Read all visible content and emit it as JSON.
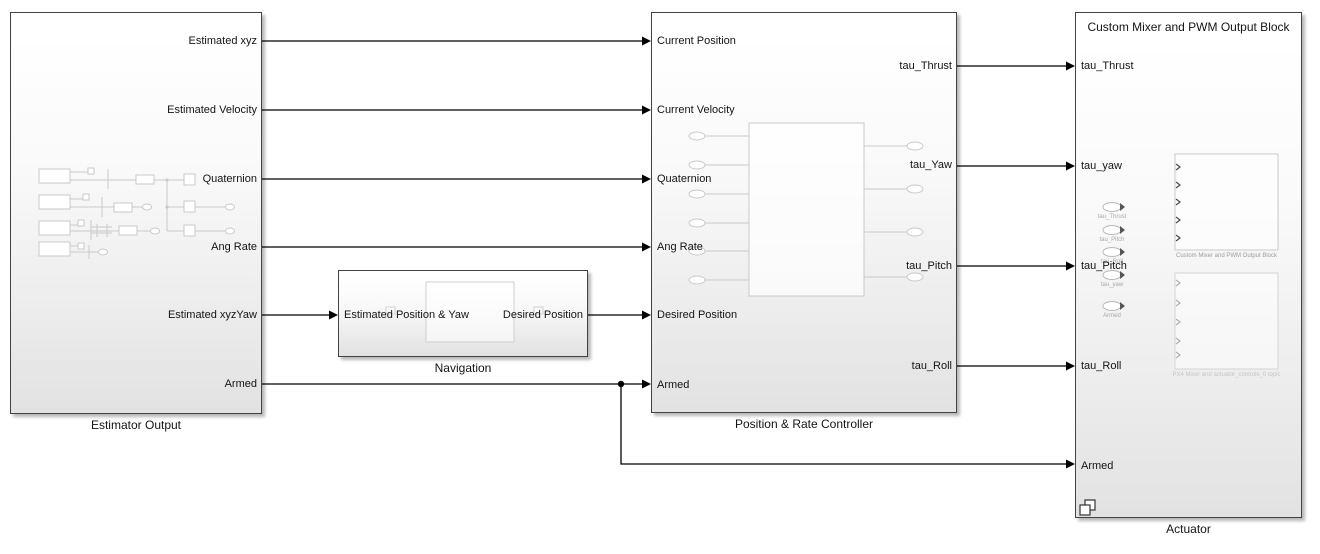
{
  "diagram": {
    "blocks": {
      "estimator": {
        "name": "Estimator Output",
        "ports": {
          "out1": "Estimated xyz",
          "out2": "Estimated Velocity",
          "out3": "Quaternion",
          "out4": "Ang Rate",
          "out5": "Estimated xyzYaw",
          "out6": "Armed"
        }
      },
      "navigation": {
        "name": "Navigation",
        "ports": {
          "in1": "Estimated Position & Yaw",
          "out1": "Desired Position"
        }
      },
      "controller": {
        "name": "Position & Rate Controller",
        "ports": {
          "in1": "Current Position",
          "in2": "Current Velocity",
          "in3": "Quaternion",
          "in4": "Ang Rate",
          "in5": "Desired Position",
          "in6": "Armed",
          "out1": "tau_Thrust",
          "out2": "tau_Yaw",
          "out3": "tau_Pitch",
          "out4": "tau_Roll"
        }
      },
      "actuator": {
        "name": "Actuator",
        "title": "Custom Mixer and PWM Output Block",
        "ports": {
          "in1": "tau_Thrust",
          "in2": "tau_yaw",
          "in3": "tau_Pitch",
          "in4": "tau_Roll",
          "in5": "Armed"
        },
        "preview": {
          "signal1": "tau_Thrust",
          "signal2": "tau_Pitch",
          "signal3": "tau_Roll",
          "signal4": "tau_yaw",
          "signal5": "Armed",
          "mixer_caption": "Custom Mixer and PWM Output Block",
          "px4_caption": "PX4 Mixer and actuator_controls_0 topic"
        }
      }
    },
    "colors": {
      "background": "#ffffff",
      "block_border": "#424242",
      "signal_line": "#000000",
      "preview_stroke": "#c9c9c9"
    }
  }
}
